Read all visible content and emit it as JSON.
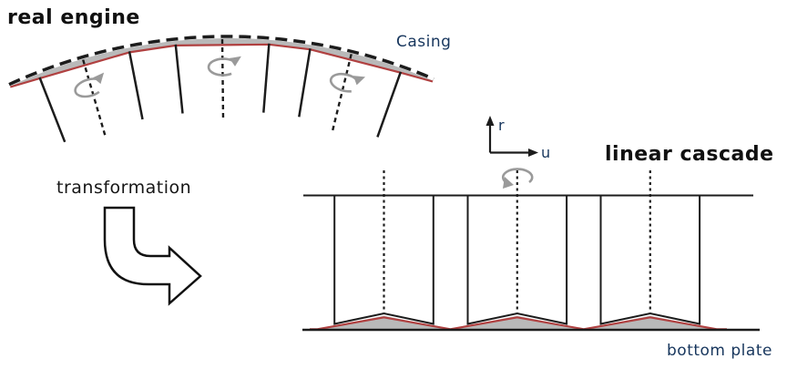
{
  "diagram": {
    "real_engine": {
      "title": "real engine",
      "casing_label": "Casing",
      "blade_count": 3,
      "rotation_arrow_count": 3
    },
    "transformation": {
      "label": "transformation"
    },
    "axes": {
      "vertical_label": "r",
      "horizontal_label": "u"
    },
    "linear_cascade": {
      "title": "linear cascade",
      "bottom_plate_label": "bottom plate",
      "blade_count": 3,
      "rotation_arrow_count": 1
    }
  },
  "colors": {
    "tip_line_red": "#b04040",
    "tip_gap_gray": "#b9b9b9",
    "rotation_arrow_gray": "#9a9a9a",
    "label_navy": "#17365d",
    "line_black": "#1c1c1c",
    "background": "#ffffff"
  }
}
